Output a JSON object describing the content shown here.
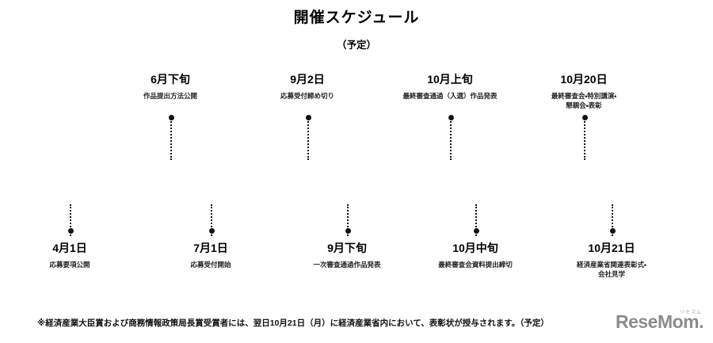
{
  "header": {
    "title": "開催スケジュール",
    "subtitle": "（予定）"
  },
  "timeline": {
    "top_milestones": [
      {
        "date": "6月下旬",
        "desc": "作品提出方法公開"
      },
      {
        "date": "9月2日",
        "desc": "応募受付締め切り"
      },
      {
        "date": "10月上旬",
        "desc": "最終審査通過（入選）作品発表"
      },
      {
        "date": "10月20日",
        "desc": "最終審査会・特別講演・\n懇親会・表彰"
      }
    ],
    "bottom_milestones": [
      {
        "date": "4月1日",
        "desc": "応募要項公開"
      },
      {
        "date": "7月1日",
        "desc": "応募受付開始"
      },
      {
        "date": "9月下旬",
        "desc": "一次審査通過作品発表"
      },
      {
        "date": "10月中旬",
        "desc": "最終審査会資料提出締切"
      },
      {
        "date": "10月21日",
        "desc": "経済産業省関連表彰式・\n会社見学"
      }
    ],
    "segments": [
      {
        "state": "inactive"
      },
      {
        "state": "inactive"
      },
      {
        "state": "inactive"
      },
      {
        "state": "active"
      },
      {
        "state": "inactive"
      },
      {
        "state": "inactive"
      },
      {
        "state": "active"
      },
      {
        "state": "inactive"
      }
    ],
    "colors": {
      "active": "#00a0ec",
      "inactive": "#e5e5e5",
      "connector": "#111111"
    }
  },
  "footer": {
    "note": "※経済産業大臣賞および商務情報政策局長賞受賞者には、翌日10月21日（月）に経済産業省内において、表彰状が授与されます。（予定）",
    "logo_text": "ReseMom.",
    "logo_kana": "リセマム"
  }
}
